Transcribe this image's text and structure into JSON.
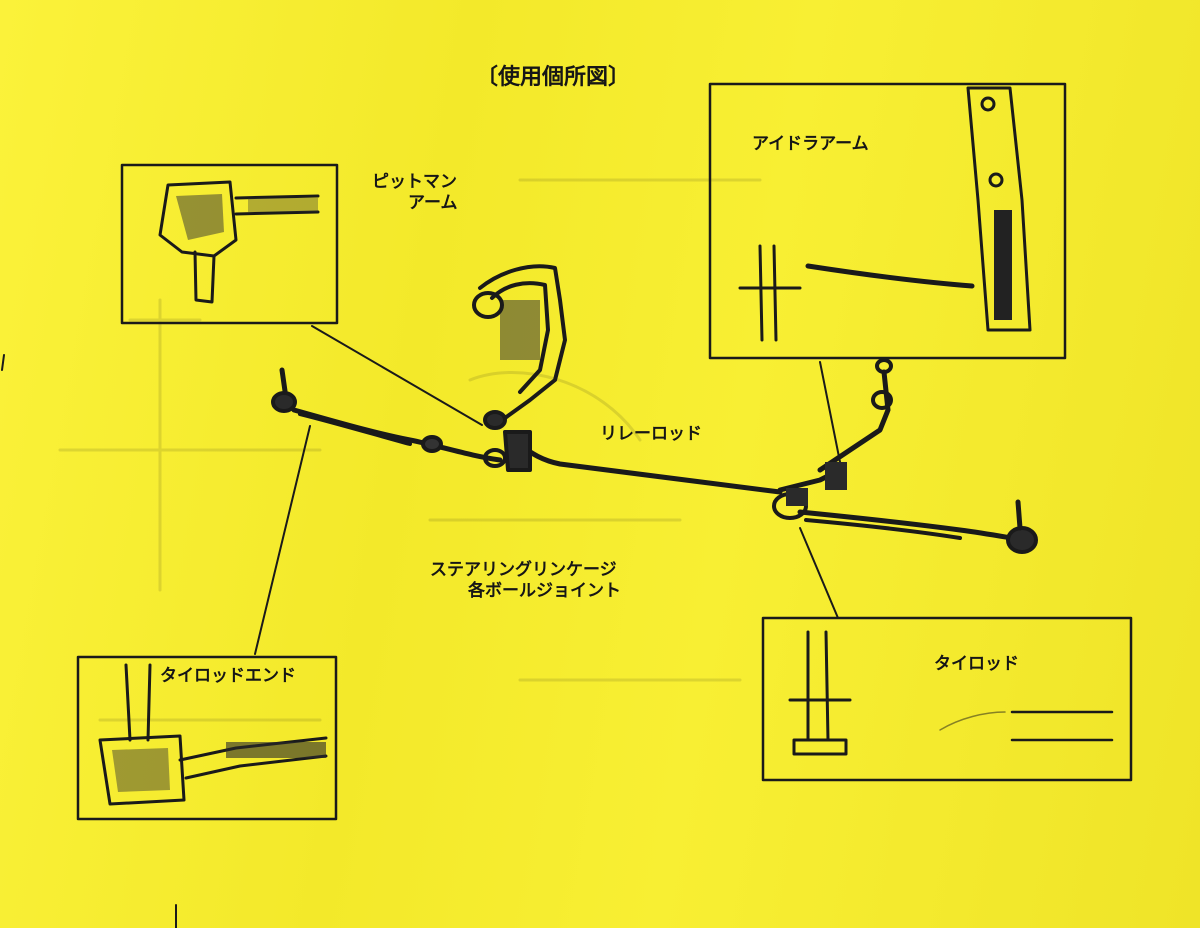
{
  "title": "〔使用個所図〕",
  "colors": {
    "paper": "#f7ef2a",
    "ink": "#161616"
  },
  "labels": {
    "pitman_arm_line1": "ピットマン",
    "pitman_arm_line2": "アーム",
    "idler_arm": "アイドラアーム",
    "relay_rod": "リレーロッド",
    "ball_joints_line1": "ステアリングリンケージ",
    "ball_joints_line2": "各ボールジョイント",
    "tie_rod_end": "タイロッドエンド",
    "tie_rod": "タイロッド"
  }
}
